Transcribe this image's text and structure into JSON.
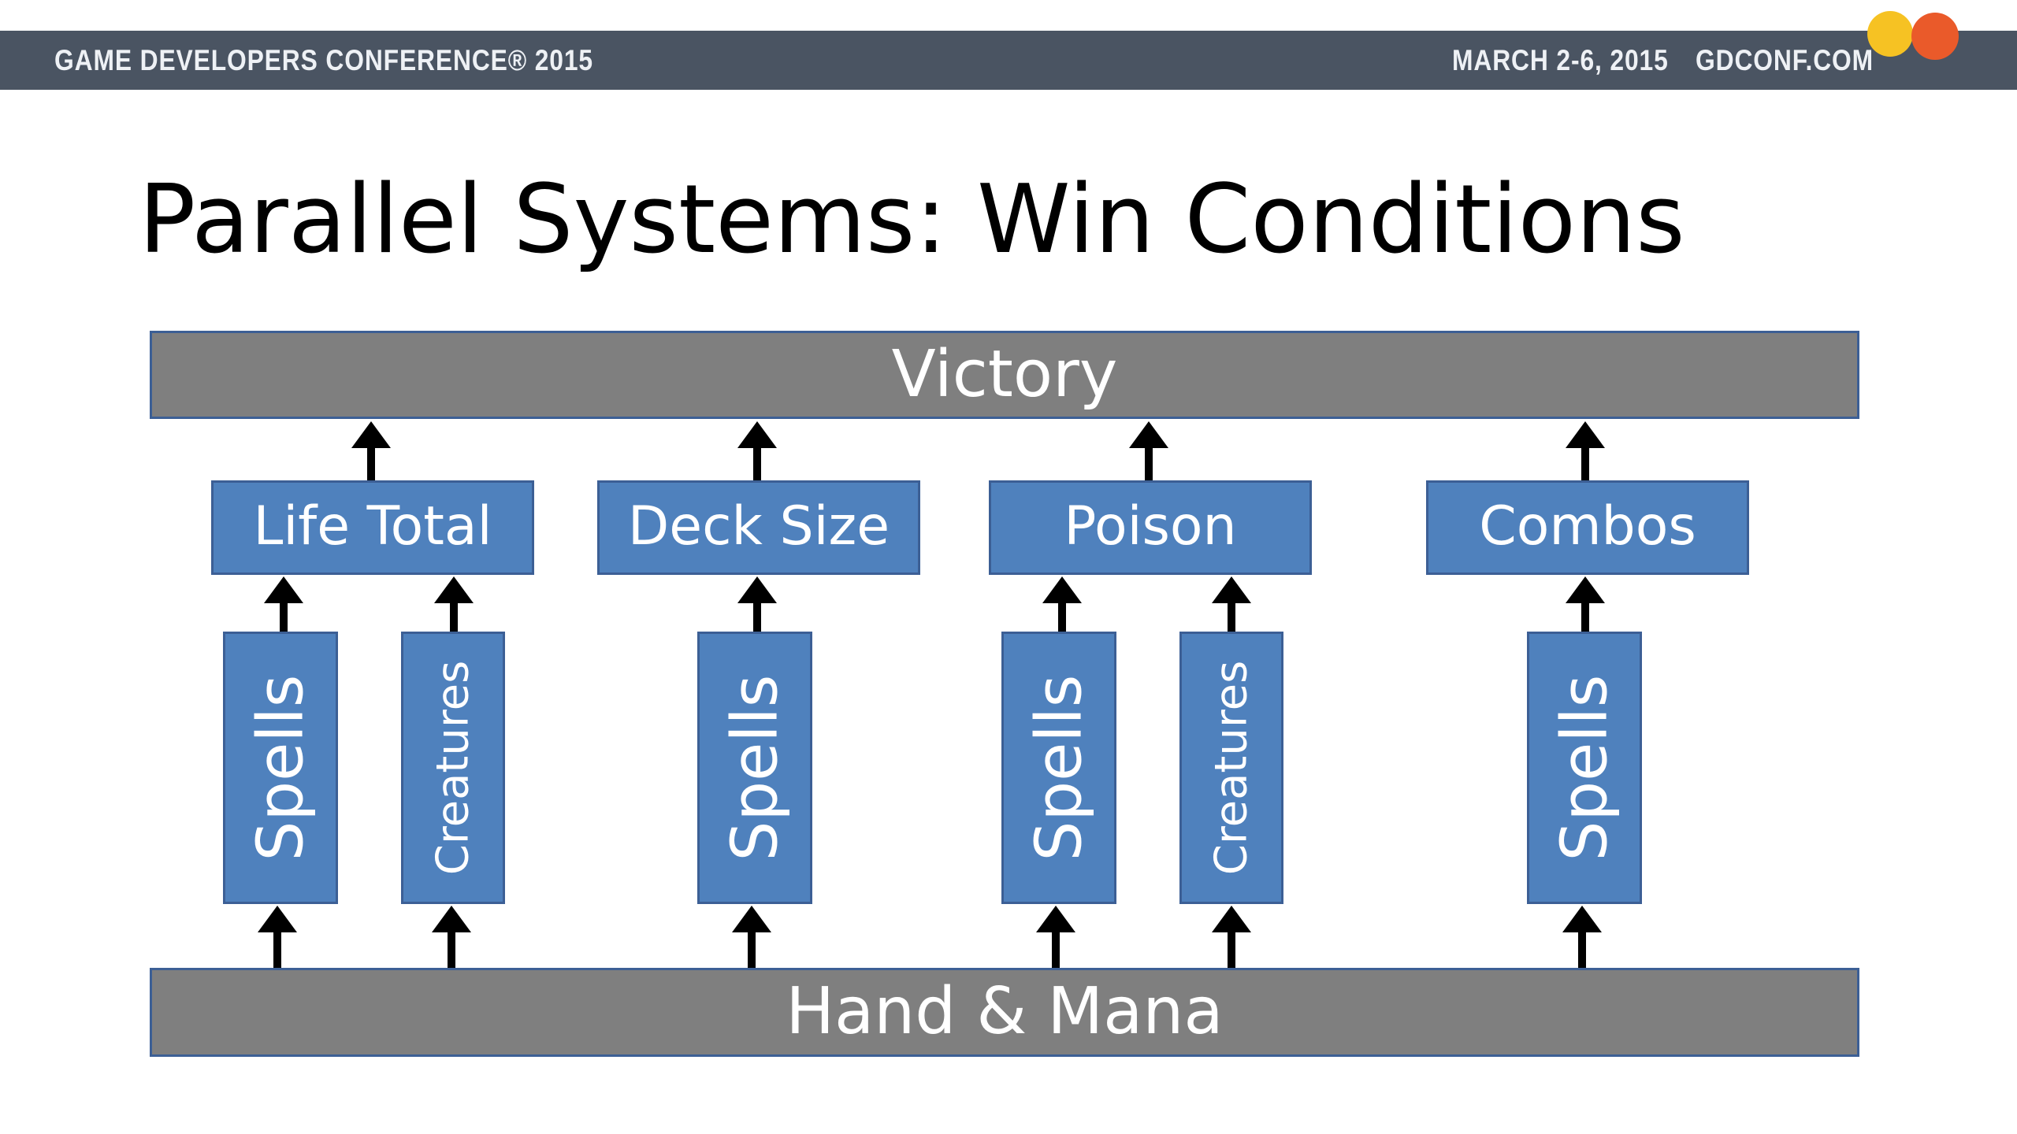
{
  "header": {
    "conference": "GAME DEVELOPERS CONFERENCE® 2015",
    "dates": "MARCH 2-6, 2015",
    "site": "GDCONF.COM",
    "logo_colors": [
      "#f6c223",
      "#ea5a2a"
    ]
  },
  "title": "Parallel Systems: Win Conditions",
  "diagram": {
    "top_node": "Victory",
    "bottom_node": "Hand & Mana",
    "win_conditions": [
      {
        "label": "Life Total",
        "sources": [
          "Spells",
          "Creatures"
        ]
      },
      {
        "label": "Deck Size",
        "sources": [
          "Spells"
        ]
      },
      {
        "label": "Poison",
        "sources": [
          "Spells",
          "Creatures"
        ]
      },
      {
        "label": "Combos",
        "sources": [
          "Spells"
        ]
      }
    ],
    "colors": {
      "node_blue": "#4f81bd",
      "node_gray": "#7f7f7f",
      "border": "#3c5f95",
      "header_bar": "#4a5462"
    }
  }
}
